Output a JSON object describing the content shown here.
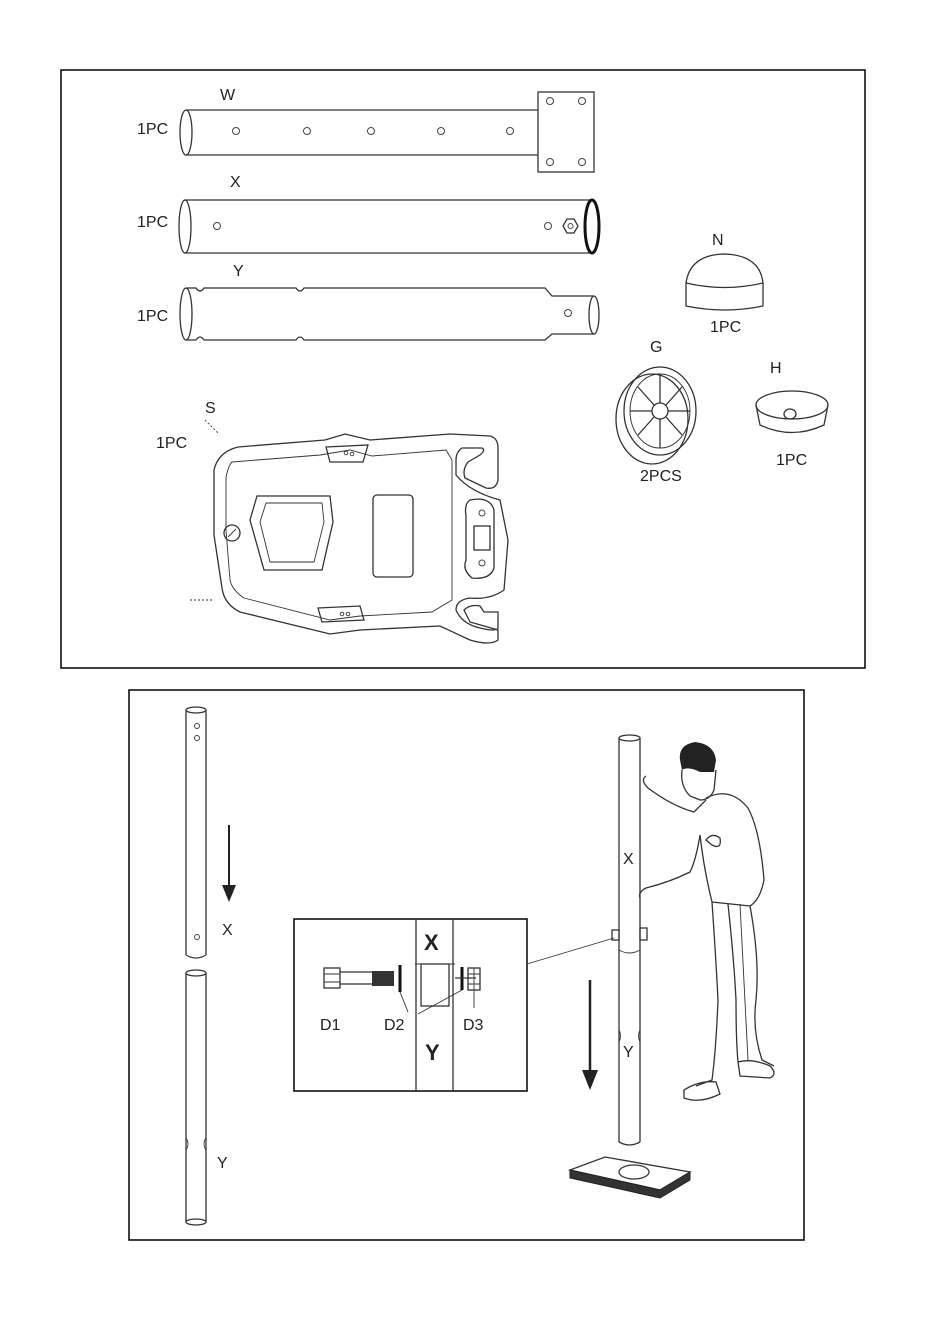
{
  "parts_panel": {
    "w": {
      "letter": "W",
      "qty": "1PC"
    },
    "x": {
      "letter": "X",
      "qty": "1PC"
    },
    "y": {
      "letter": "Y",
      "qty": "1PC"
    },
    "s": {
      "letter": "S",
      "qty": "1PC"
    },
    "n": {
      "letter": "N",
      "qty": "1PC"
    },
    "g": {
      "letter": "G",
      "qty": "2PCS"
    },
    "h": {
      "letter": "H",
      "qty": "1PC"
    }
  },
  "assembly_panel": {
    "pole_upper_label": "X",
    "pole_lower_label": "Y",
    "standing_pole_upper_label": "X",
    "standing_pole_lower_label": "Y",
    "detail": {
      "tube_top_label": "X",
      "tube_bottom_label": "Y",
      "bolt_label": "D1",
      "washer_label": "D2",
      "nut_label": "D3"
    }
  }
}
